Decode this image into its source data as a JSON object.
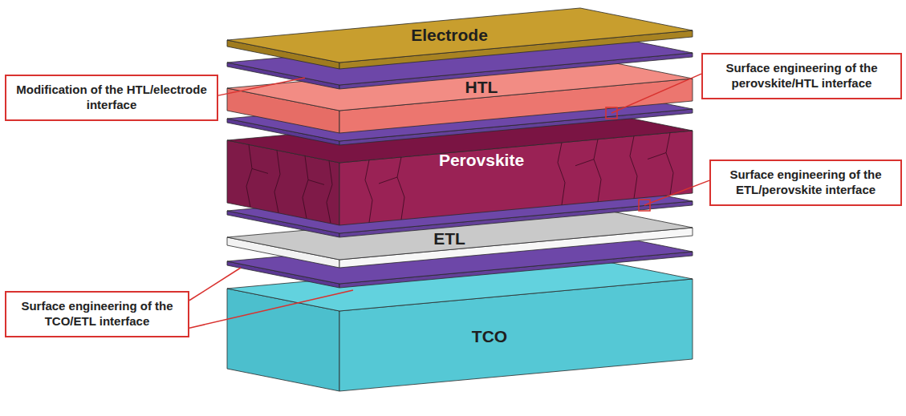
{
  "diagram": {
    "nodes": [
      {
        "text": [
          "Electrode"
        ]
      },
      {
        "text": [
          "HTL"
        ]
      },
      {
        "text": [
          "Perovskite"
        ]
      },
      {
        "text": [
          "ETL"
        ]
      },
      {
        "text": [
          "TCO"
        ]
      },
      {
        "text": [
          "Modification of the HTL/electrode interface"
        ]
      },
      {
        "text": [
          "Surface engineering of the perovskite/HTL interface"
        ]
      },
      {
        "text": [
          "Surface engineering of the ETL/perovskite interface"
        ]
      },
      {
        "text": [
          "Surface engineering of the TCO/ETL interface"
        ]
      }
    ]
  }
}
